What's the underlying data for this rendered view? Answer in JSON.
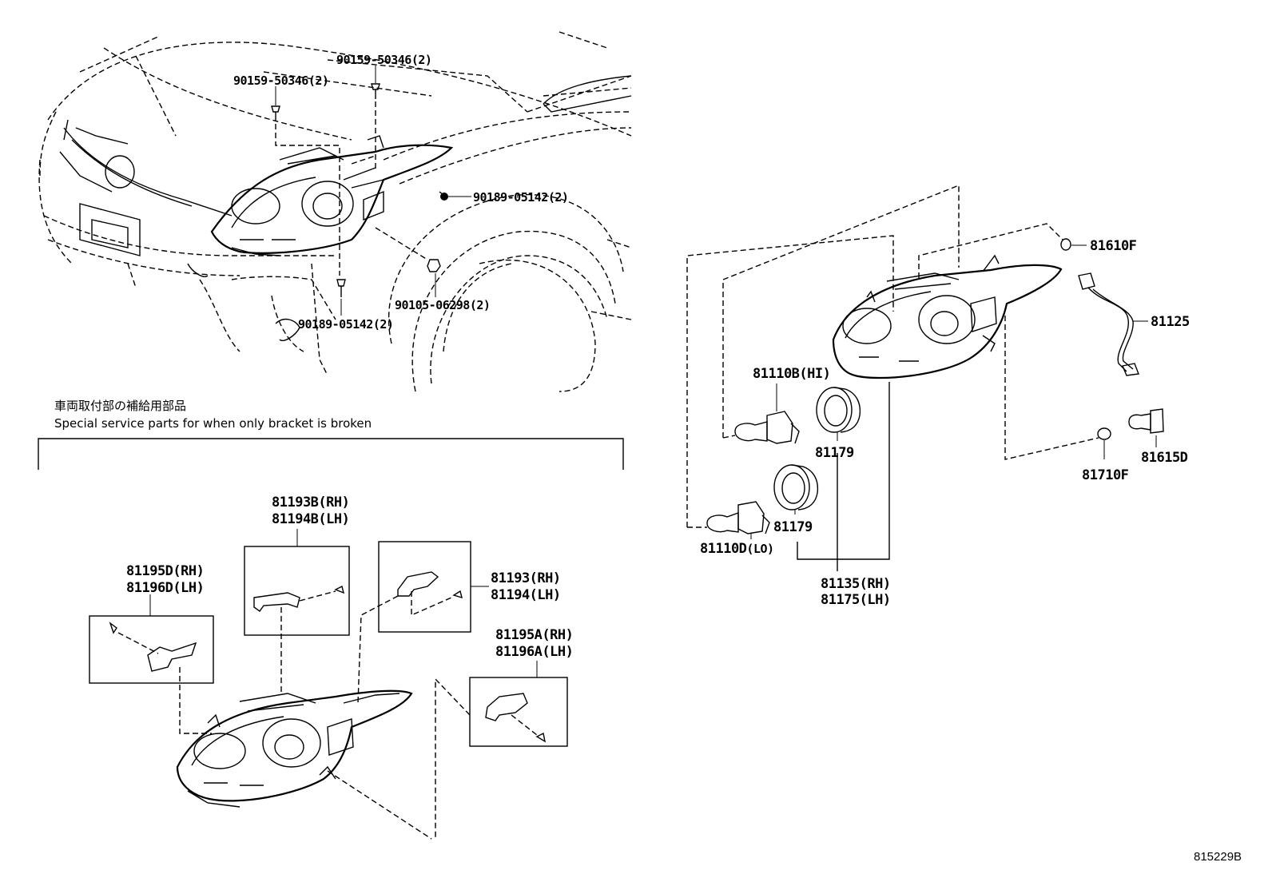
{
  "diagram": {
    "figure_id": "815229B",
    "note": {
      "jp": "車両取付部の補給用部品",
      "en": "Special service parts for when only bracket is broken"
    },
    "vehicle_fasteners": {
      "bolt_upper_left": "90159-50346(2)",
      "bolt_upper_right": "90159-50346(2)",
      "clip_right": "90189-05142(2)",
      "clip_lower": "90189-05142(2)",
      "nut_lower": "90105-06298(2)"
    },
    "headlamp_parts": {
      "bulb_hi": "81110B(HI)",
      "bulb_lo": "81110D",
      "bulb_lo_suffix": "(LO)",
      "cover_1": "81179",
      "cover_2": "81179",
      "lamp_assy_rh": "81135(RH)",
      "lamp_assy_lh": "81175(LH)",
      "socket_grommet": "81610F",
      "wire": "81125",
      "bulb_side": "81615D",
      "cap_side": "81710F"
    },
    "bracket_parts": {
      "b_rh": "81193B(RH)",
      "b_lh": "81194B(LH)",
      "plain_rh": "81193(RH)",
      "plain_lh": "81194(LH)",
      "d_rh": "81195D(RH)",
      "d_lh": "81196D(LH)",
      "a_rh": "81195A(RH)",
      "a_lh": "81196A(LH)"
    }
  }
}
